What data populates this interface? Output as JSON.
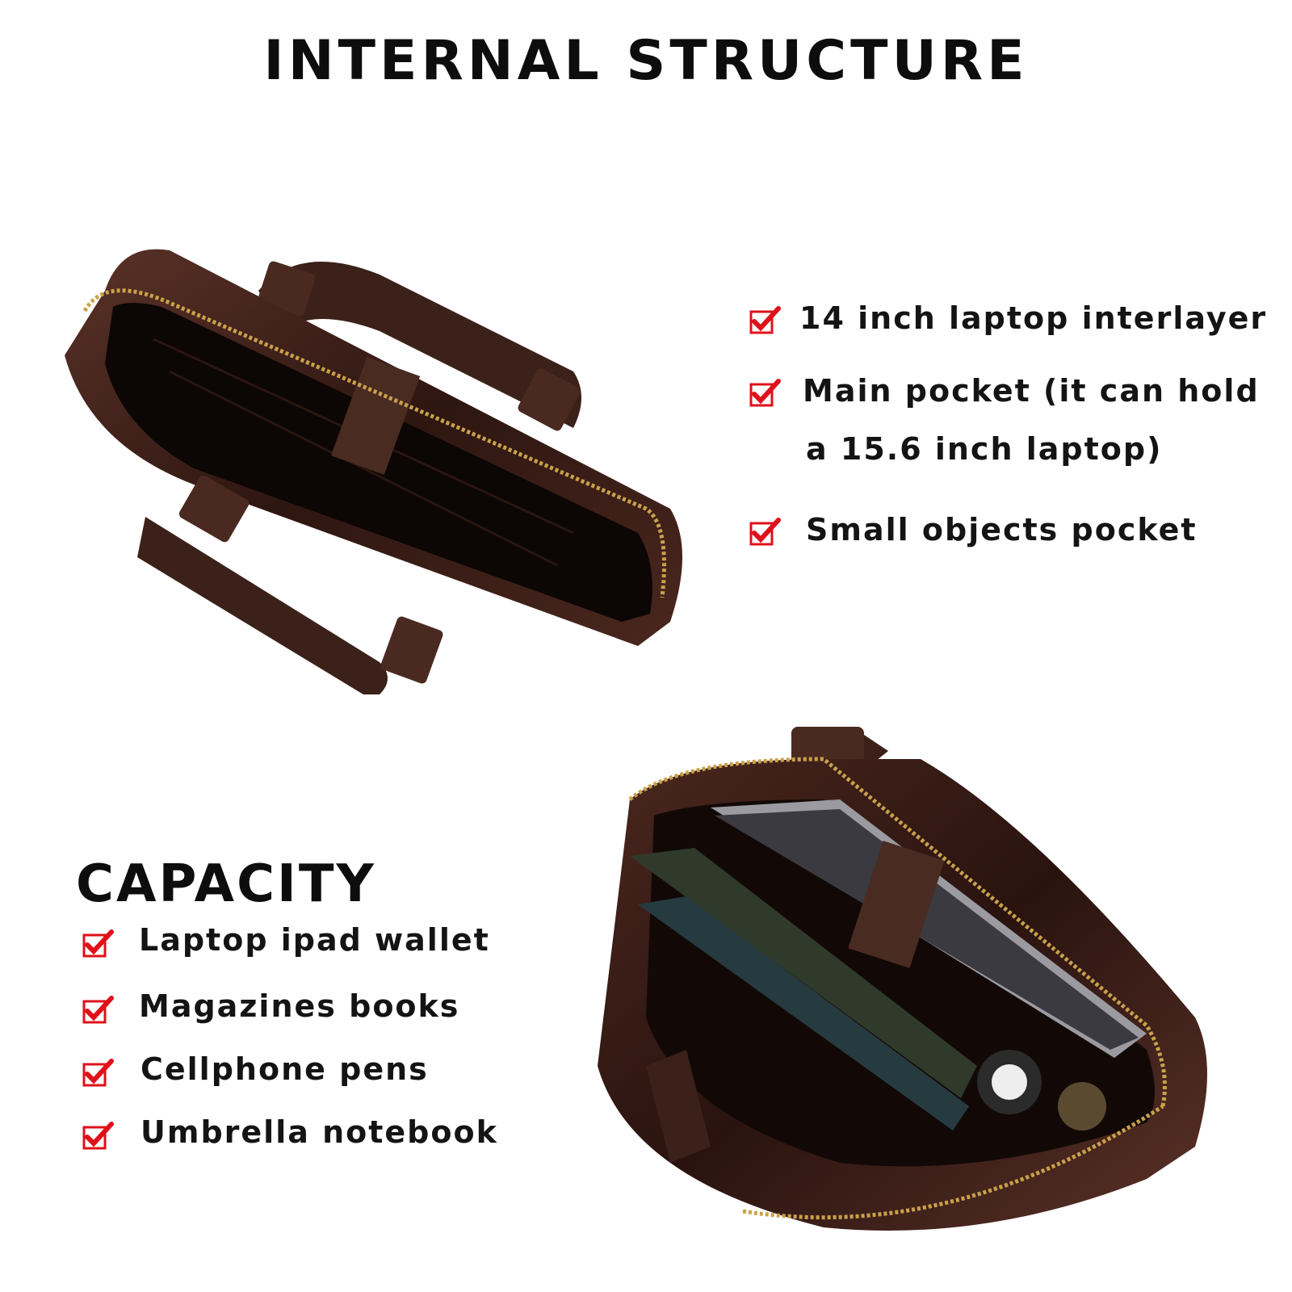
{
  "title": "INTERNAL STRUCTURE",
  "structure_features": [
    "14 inch laptop interlayer",
    "Main pocket (it can hold",
    "a 15.6 inch laptop)",
    "Small objects pocket"
  ],
  "capacity": {
    "heading": "CAPACITY",
    "items": [
      "Laptop ipad wallet",
      "Magazines books",
      "Cellphone pens",
      "Umbrella notebook"
    ]
  },
  "colors": {
    "check": "#e0101a",
    "leather": "#3a1d16",
    "zipper": "#c9a24a"
  },
  "icons": [
    "check-icon"
  ]
}
